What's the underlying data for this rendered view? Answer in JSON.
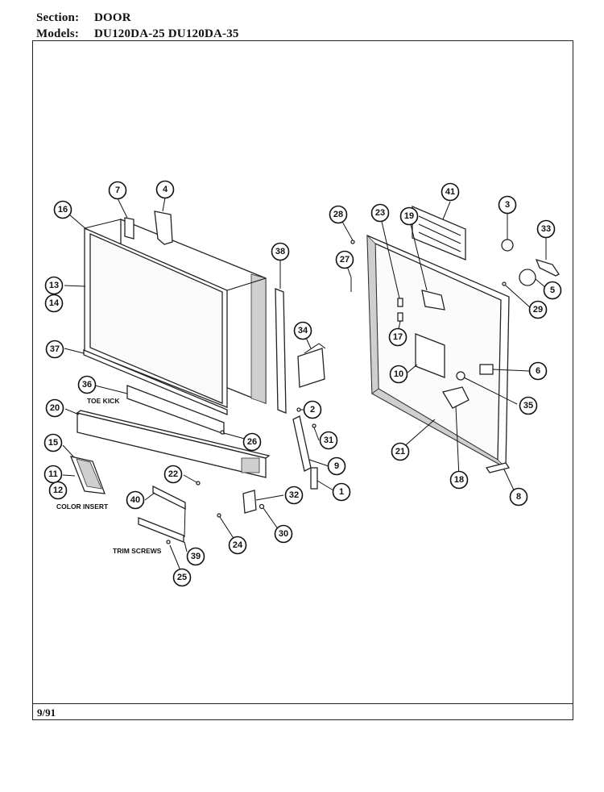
{
  "header": {
    "section_label": "Section:",
    "section_value": "DOOR",
    "models_label": "Models:",
    "models_value": "DU120DA-25  DU120DA-35"
  },
  "footer": {
    "date": "9/91"
  },
  "labels": {
    "toe_kick": "TOE KICK",
    "color_insert": "COLOR INSERT",
    "trim_screws": "TRIM SCREWS"
  },
  "callouts": {
    "c1": "1",
    "c2": "2",
    "c3": "3",
    "c4": "4",
    "c5": "5",
    "c6": "6",
    "c7": "7",
    "c8": "8",
    "c9": "9",
    "c10": "10",
    "c11": "11",
    "c12": "12",
    "c13": "13",
    "c14": "14",
    "c15": "15",
    "c16": "16",
    "c17": "17",
    "c18": "18",
    "c19": "19",
    "c20": "20",
    "c21": "21",
    "c22": "22",
    "c23": "23",
    "c24": "24",
    "c25": "25",
    "c26": "26",
    "c27": "27",
    "c28": "28",
    "c29": "29",
    "c30": "30",
    "c31": "31",
    "c32": "32",
    "c33": "33",
    "c34": "34",
    "c35": "35",
    "c36": "36",
    "c37": "37",
    "c38": "38",
    "c39": "39",
    "c40": "40",
    "c41": "41"
  }
}
